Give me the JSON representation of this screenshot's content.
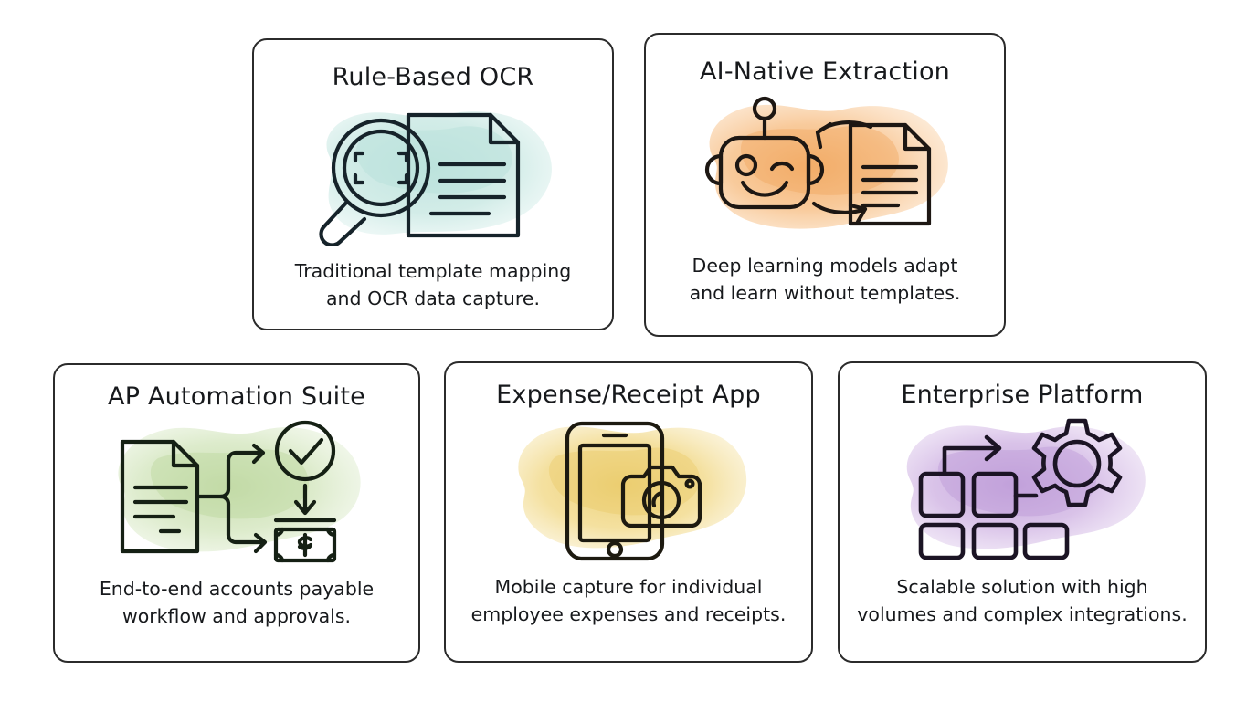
{
  "diagram": {
    "background_color": "#ffffff",
    "card_border_color": "#2b2b2b",
    "text_color": "#17191c"
  },
  "cards": [
    {
      "id": "rule-based-ocr",
      "title": "Rule-Based OCR",
      "caption": "Traditional template mapping\nand OCR data capture.",
      "icon": "magnifier-document-icon",
      "accent_color": "#c9e7e2",
      "accent_color_dark": "#b2ddd6"
    },
    {
      "id": "ai-native-extraction",
      "title": "AI-Native Extraction",
      "caption": "Deep learning models adapt\nand learn without templates.",
      "icon": "robot-document-icon",
      "accent_color": "#f7c794",
      "accent_color_dark": "#f2ab67"
    },
    {
      "id": "ap-automation-suite",
      "title": "AP Automation Suite",
      "caption": "End-to-end accounts payable\nworkflow and approvals.",
      "icon": "document-workflow-check-cash-icon",
      "accent_color": "#dceac9",
      "accent_color_dark": "#c6dcab"
    },
    {
      "id": "expense-receipt-app",
      "title": "Expense/Receipt App",
      "caption": "Mobile capture for individual\nemployee expenses and receipts.",
      "icon": "phone-camera-icon",
      "accent_color": "#f3dd96",
      "accent_color_dark": "#eccf6f"
    },
    {
      "id": "enterprise-platform",
      "title": "Enterprise Platform",
      "caption": "Scalable solution with high\nvolumes and complex integrations.",
      "icon": "modules-gear-icon",
      "accent_color": "#d6bde6",
      "accent_color_dark": "#c2a2da"
    }
  ]
}
